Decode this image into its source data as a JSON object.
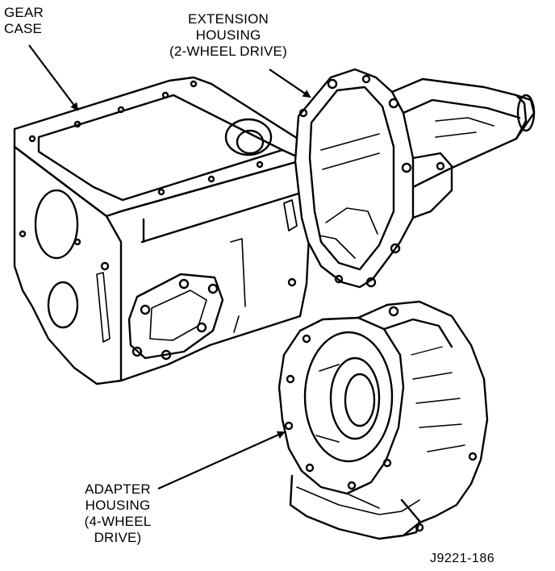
{
  "labels": {
    "gear_case": [
      "GEAR",
      "CASE"
    ],
    "extension_housing": [
      "EXTENSION",
      "HOUSING",
      "(2-WHEEL DRIVE)"
    ],
    "adapter_housing": [
      "ADAPTER",
      "HOUSING",
      "(4-WHEEL",
      "DRIVE)"
    ]
  },
  "figure_id": "J9221-186",
  "colors": {
    "ink": "#000000",
    "paper": "#ffffff"
  }
}
